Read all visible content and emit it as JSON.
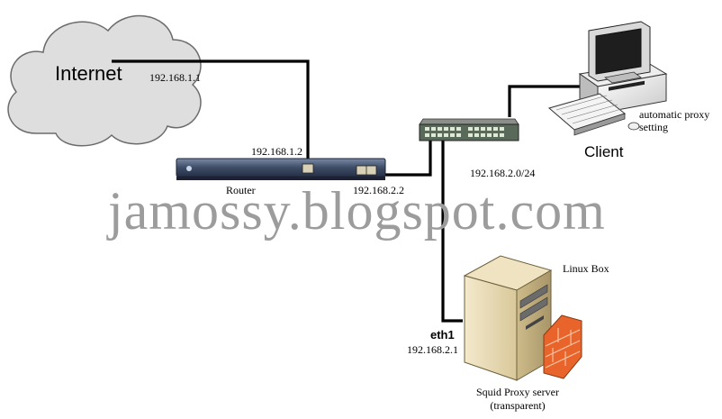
{
  "cloud": {
    "label": "Internet"
  },
  "ip": {
    "internet": "192.168.1.1",
    "router_wan": "192.168.1.2",
    "router_lan": "192.168.2.2",
    "subnet": "192.168.2.0/24",
    "server": "192.168.2.1"
  },
  "router": {
    "label": "Router"
  },
  "client": {
    "label": "Client",
    "note_line1": "automatic proxy",
    "note_line2": "setting"
  },
  "server": {
    "host_label": "Linux Box",
    "interface": "eth1",
    "name_line1": "Squid Proxy server",
    "name_line2": "(transparent)"
  },
  "watermark": "jamossy.blogspot.com",
  "colors": {
    "link": "#000000",
    "watermark": "#9c9c9c",
    "firewall": "#e8642a",
    "cloud_fill": "#dedede",
    "router_body": "#3e4c66"
  }
}
